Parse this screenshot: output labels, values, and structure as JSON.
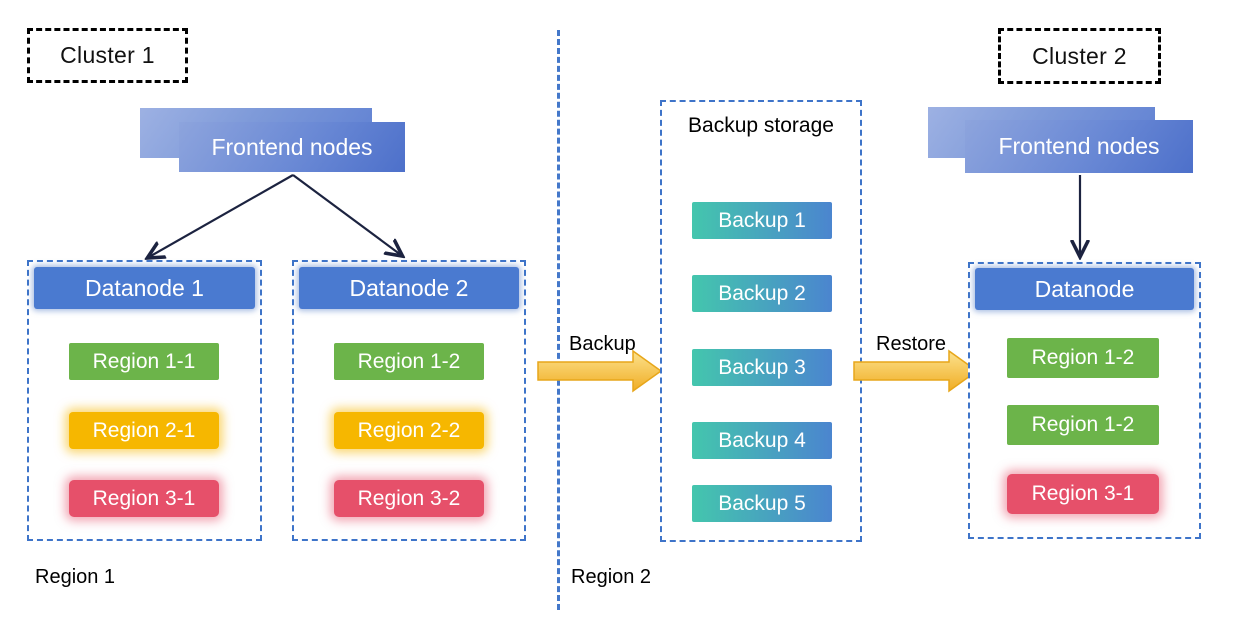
{
  "colors": {
    "frontend_blue": "#5d7ed2",
    "datanode_blue": "#4a7ad0",
    "region_green": "#6cb44a",
    "region_yellow": "#f6b700",
    "region_red": "#e6506a",
    "backup_teal": "#44c6ad",
    "backup_blue": "#4b85cf",
    "dashed_border_blue": "#3e74c9",
    "arrow_yellow": "#f5c64a",
    "thin_arrow": "#1c2340"
  },
  "cluster1": {
    "label": "Cluster 1",
    "frontend_label": "Frontend nodes",
    "datanodes": [
      {
        "title": "Datanode 1",
        "regions": [
          {
            "label": "Region 1-1"
          },
          {
            "label": "Region 2-1"
          },
          {
            "label": "Region 3-1"
          }
        ]
      },
      {
        "title": "Datanode 2",
        "regions": [
          {
            "label": "Region 1-2"
          },
          {
            "label": "Region 2-2"
          },
          {
            "label": "Region 3-2"
          }
        ]
      }
    ],
    "zone_label": "Region 1"
  },
  "middle": {
    "backup_arrow_label": "Backup",
    "restore_arrow_label": "Restore",
    "storage_title": "Backup storage",
    "backups": [
      "Backup 1",
      "Backup 2",
      "Backup 3",
      "Backup 4",
      "Backup 5"
    ],
    "zone_label": "Region 2"
  },
  "cluster2": {
    "label": "Cluster 2",
    "frontend_label": "Frontend nodes",
    "datanode": {
      "title": "Datanode",
      "regions": [
        {
          "label": "Region 1-2"
        },
        {
          "label": "Region 1-2"
        },
        {
          "label": "Region 3-1"
        }
      ]
    }
  }
}
